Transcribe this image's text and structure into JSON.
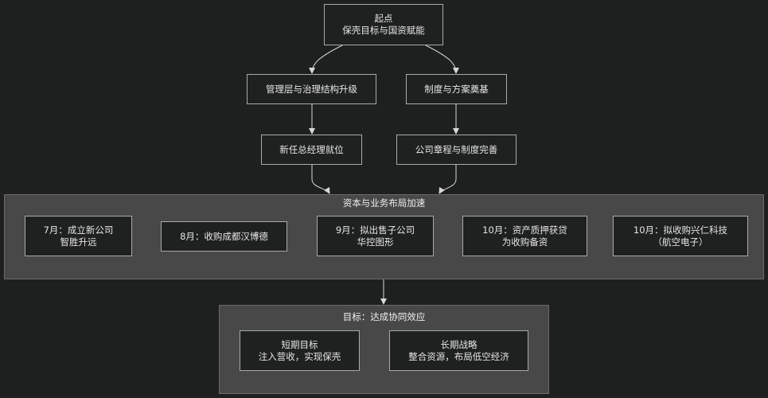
{
  "start": {
    "line1": "起点",
    "line2": "保壳目标与国资赋能"
  },
  "branch_left": {
    "label": "管理层与治理结构升级",
    "child": "新任总经理就位"
  },
  "branch_right": {
    "label": "制度与方案奠基",
    "child": "公司章程与制度完善"
  },
  "capital": {
    "title": "资本与业务布局加速",
    "items": [
      {
        "line1": "7月：成立新公司",
        "line2": "智胜升远"
      },
      {
        "line1": "8月：收购成都汉博德",
        "line2": ""
      },
      {
        "line1": "9月：拟出售子公司",
        "line2": "华控图形"
      },
      {
        "line1": "10月：资产质押获贷",
        "line2": "为收购备资"
      },
      {
        "line1": "10月：拟收购兴仁科技",
        "line2": "（航空电子）"
      }
    ]
  },
  "goal": {
    "title": "目标：达成协同效应",
    "items": [
      {
        "line1": "短期目标",
        "line2": "注入营收，实现保壳"
      },
      {
        "line1": "长期战略",
        "line2": "整合资源，布局低空经济"
      }
    ]
  }
}
